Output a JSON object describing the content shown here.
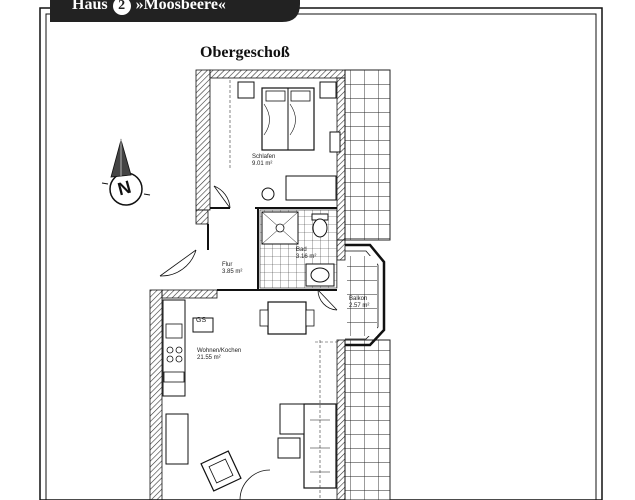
{
  "header": {
    "house_label": "Haus",
    "house_number": "2",
    "house_name": "»Moosbeere«"
  },
  "floor_title": "Obergeschoß",
  "rooms": [
    {
      "id": "schlafen",
      "name": "Schlafen",
      "area": "9.01 m²"
    },
    {
      "id": "bad",
      "name": "Bad",
      "area": "3.16 m²"
    },
    {
      "id": "flur",
      "name": "Flur",
      "area": "3.85 m²"
    },
    {
      "id": "balkon",
      "name": "Balkon",
      "area": "2.57 m²"
    },
    {
      "id": "wohnen",
      "name": "Wohnen/Kochen",
      "area": "21.55 m²"
    }
  ],
  "cabinet_label": "GS",
  "compass_label": "N",
  "colors": {
    "header_bg": "#222222",
    "line": "#111111",
    "hatch": "#333333"
  }
}
